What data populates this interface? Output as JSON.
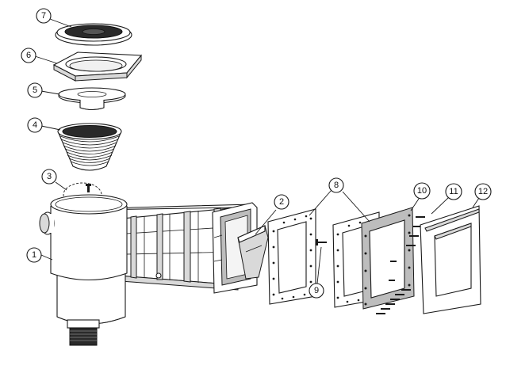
{
  "callouts": {
    "c1": "1",
    "c2": "2",
    "c3": "3",
    "c4": "4",
    "c5": "5",
    "c6": "6",
    "c7": "7",
    "c8": "8",
    "c9": "9",
    "c10": "10",
    "c11": "11",
    "c12": "12"
  },
  "colors": {
    "line": "#1a1a1a",
    "fill": "#ffffff",
    "shade": "#d9d9d9",
    "dark": "#2a2a2a"
  }
}
